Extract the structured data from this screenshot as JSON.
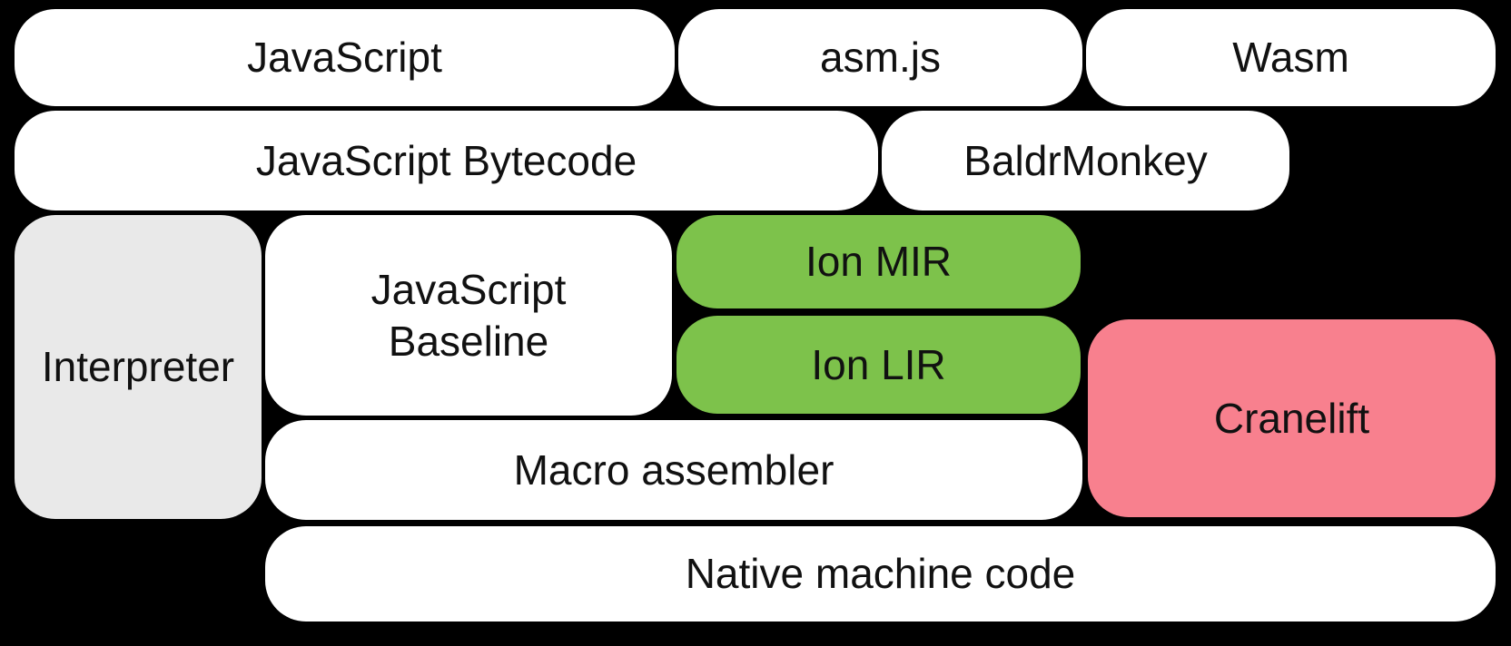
{
  "diagram": {
    "description": "Compiler pipeline diagram (SpiderMonkey-style engine tiers)",
    "background_color": "#000000",
    "text_color": "#111111",
    "colors": {
      "source_box": "#ffffff",
      "interpreter_gray": "#e9e9e9",
      "ion_green": "#7dc24b",
      "cranelift_pink": "#f8808e"
    },
    "boxes": {
      "javascript": {
        "label": "JavaScript",
        "bg": "#ffffff"
      },
      "asmjs": {
        "label": "asm.js",
        "bg": "#ffffff"
      },
      "wasm": {
        "label": "Wasm",
        "bg": "#ffffff"
      },
      "bytecode": {
        "label": "JavaScript Bytecode",
        "bg": "#ffffff"
      },
      "baldrmonkey": {
        "label": "BaldrMonkey",
        "bg": "#ffffff"
      },
      "interpreter": {
        "label": "Interpreter",
        "bg": "#e9e9e9"
      },
      "baseline": {
        "label": "JavaScript\nBaseline",
        "bg": "#ffffff"
      },
      "ionmir": {
        "label": "Ion MIR",
        "bg": "#7dc24b"
      },
      "ionlir": {
        "label": "Ion LIR",
        "bg": "#7dc24b"
      },
      "cranelift": {
        "label": "Cranelift",
        "bg": "#f8808e"
      },
      "macroasm": {
        "label": "Macro assembler",
        "bg": "#ffffff"
      },
      "native": {
        "label": "Native machine code",
        "bg": "#ffffff"
      }
    }
  }
}
